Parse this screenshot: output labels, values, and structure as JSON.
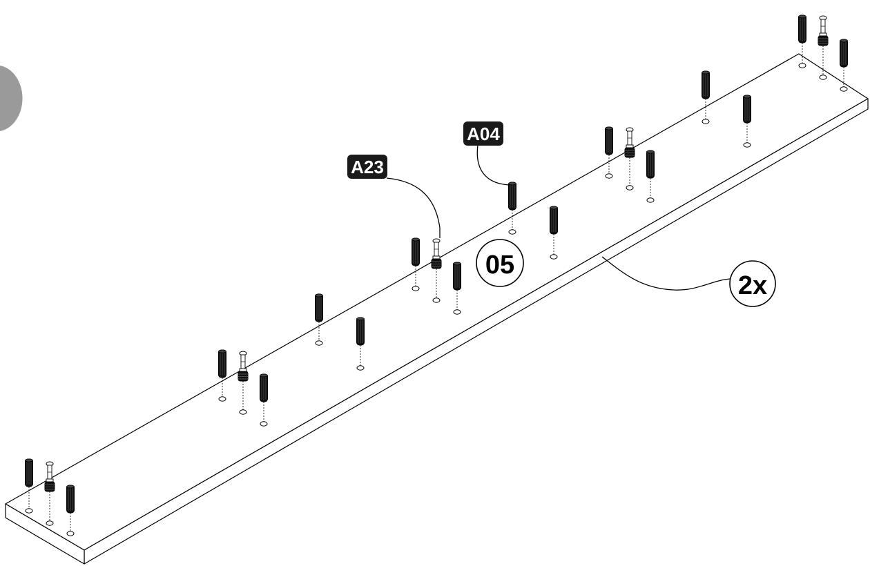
{
  "diagram": {
    "part_callouts": [
      {
        "label": "A23"
      },
      {
        "label": "A04"
      }
    ],
    "panel_number": "05",
    "quantity": "2x",
    "colors": {
      "ink": "#000000",
      "label_bg": "#1a1a1a",
      "label_text": "#ffffff",
      "page_bg": "#ffffff",
      "edge_tab": "#9a9a9a"
    },
    "icons": [
      "wooden-dowel-icon",
      "cam-bolt-icon",
      "drill-hole-icon"
    ]
  }
}
